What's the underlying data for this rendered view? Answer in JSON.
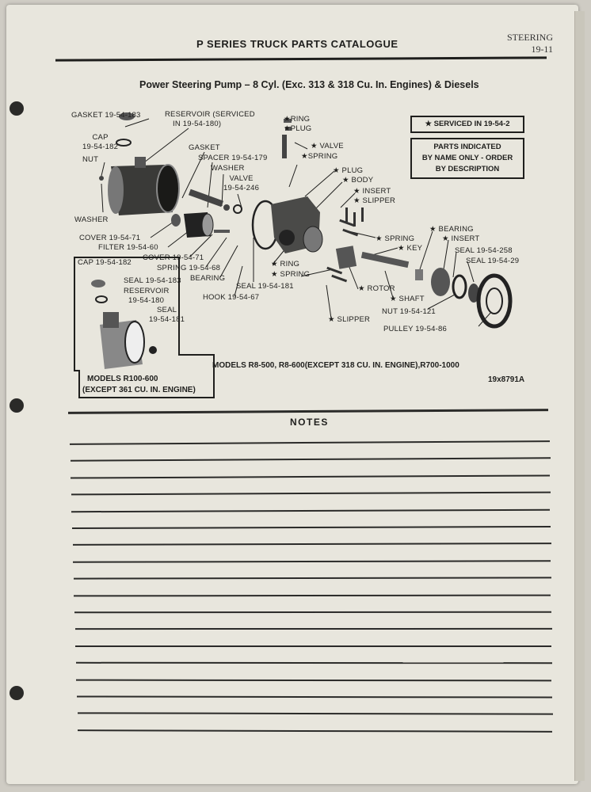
{
  "header": {
    "catalogue_title": "P SERIES TRUCK PARTS CATALOGUE",
    "section": "STEERING",
    "page_number": "19-11"
  },
  "figure": {
    "title": "Power Steering Pump – 8 Cyl. (Exc. 313 & 318 Cu. In. Engines) & Diesels",
    "serviced_note": "★ SERVICED IN 19-54-2",
    "order_note": [
      "PARTS INDICATED",
      "BY NAME ONLY - ORDER",
      "BY DESCRIPTION"
    ],
    "models_main": "MODELS R8-500, R8-600(EXCEPT 318 CU. IN. ENGINE),R700-1000",
    "models_inset": [
      "MODELS R100-600",
      "(EXCEPT 361 CU. IN. ENGINE)"
    ],
    "figure_number": "19x8791A",
    "labels": {
      "gasket_1": "GASKET 19-54-183",
      "reservoir": [
        "RESERVOIR (SERVICED",
        "IN 19-54-180)"
      ],
      "cap": [
        "CAP",
        "19-54-182"
      ],
      "nut": "NUT",
      "washer_left": "WASHER",
      "gasket_2": "GASKET",
      "spacer": "SPACER 19-54-179",
      "washer": "WASHER",
      "valve_1": [
        "VALVE",
        "19-54-246"
      ],
      "cover_1": "COVER 19-54-71",
      "filter": "FILTER 19-54-60",
      "cover_2": "COVER 19-54-71",
      "spring_1": "SPRING 19-54-68",
      "bearing_1": "BEARING",
      "seal_1": "SEAL 19-54-181",
      "hook": "HOOK 19-54-67",
      "ring_1": "★RING",
      "plug_1": "★PLUG",
      "valve_2": "★ VALVE",
      "spring_2": "★SPRING",
      "plug_2": "★ PLUG",
      "body": "★ BODY",
      "insert_1": "★ INSERT",
      "slipper_1": "★ SLIPPER",
      "spring_3": "★ SPRING",
      "key": "★ KEY",
      "bearing_2": "★ BEARING",
      "insert_2": "★ INSERT",
      "seal_2": "SEAL 19-54-258",
      "seal_3": "SEAL 19-54-29",
      "ring_2": "★ RING",
      "spring_4": "★ SPRING",
      "rotor": "★ ROTOR",
      "shaft": "★ SHAFT",
      "nut_2": "NUT 19-54-121",
      "pulley": "PULLEY 19-54-86",
      "slipper_2": "★ SLIPPER",
      "inset_cap": "CAP 19-54-182",
      "inset_seal_1": "SEAL 19-54-183",
      "inset_reservoir": [
        "RESERVOIR",
        "19-54-180"
      ],
      "inset_seal_2": [
        "SEAL",
        "19-54-181"
      ]
    }
  },
  "notes": {
    "title": "NOTES",
    "ruled_line_count": 18
  }
}
